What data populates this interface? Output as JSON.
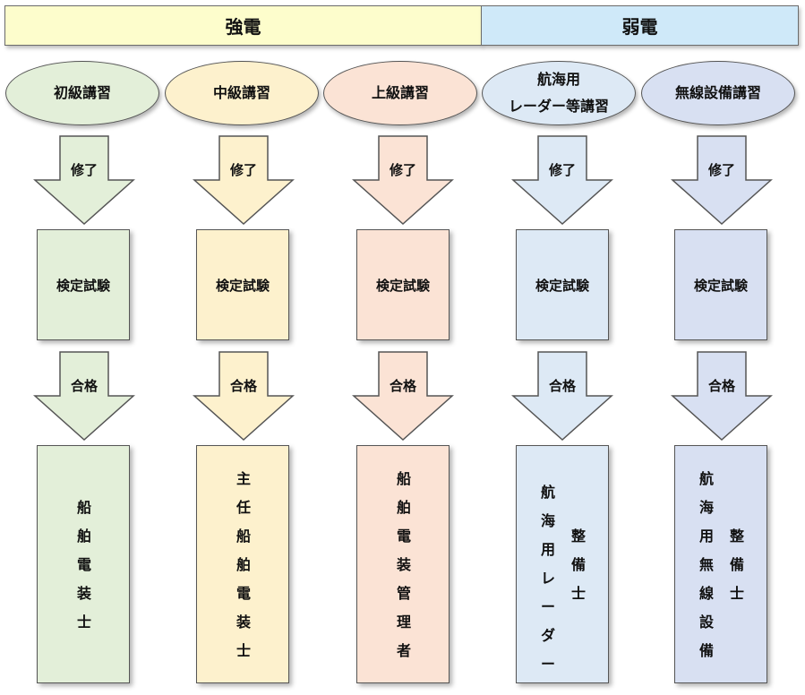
{
  "header": {
    "strong_label": "強電",
    "weak_label": "弱電"
  },
  "colors": {
    "green": "#e3efd9",
    "yellow": "#fdf1cd",
    "peach": "#fbe3d5",
    "blue1": "#dde9f5",
    "blue2": "#d8e0f2",
    "header_strong": "#fdfdcc",
    "header_weak": "#cfe9f9"
  },
  "columns": [
    {
      "course": [
        "初級講習"
      ],
      "arrow1": "修了",
      "exam": "検定試験",
      "arrow2": "合格",
      "license_columns": [
        [
          "船",
          "舶",
          "電",
          "装",
          "士"
        ]
      ]
    },
    {
      "course": [
        "中級講習"
      ],
      "arrow1": "修了",
      "exam": "検定試験",
      "arrow2": "合格",
      "license_columns": [
        [
          "主",
          "任",
          "船",
          "舶",
          "電",
          "装",
          "士"
        ]
      ]
    },
    {
      "course": [
        "上級講習"
      ],
      "arrow1": "修了",
      "exam": "検定試験",
      "arrow2": "合格",
      "license_columns": [
        [
          "船",
          "舶",
          "電",
          "装",
          "管",
          "理",
          "者"
        ]
      ]
    },
    {
      "course": [
        "航海用",
        "レーダー等講習"
      ],
      "arrow1": "修了",
      "exam": "検定試験",
      "arrow2": "合格",
      "license_columns": [
        [
          "航",
          "海",
          "用",
          "レ",
          "ー",
          "ダ",
          "ー"
        ],
        [
          "整",
          "備",
          "士"
        ]
      ]
    },
    {
      "course": [
        "無線設備講習"
      ],
      "arrow1": "修了",
      "exam": "検定試験",
      "arrow2": "合格",
      "license_columns": [
        [
          "航",
          "海",
          "用",
          "無",
          "線",
          "設",
          "備"
        ],
        [
          "整",
          "備",
          "士"
        ]
      ]
    }
  ]
}
